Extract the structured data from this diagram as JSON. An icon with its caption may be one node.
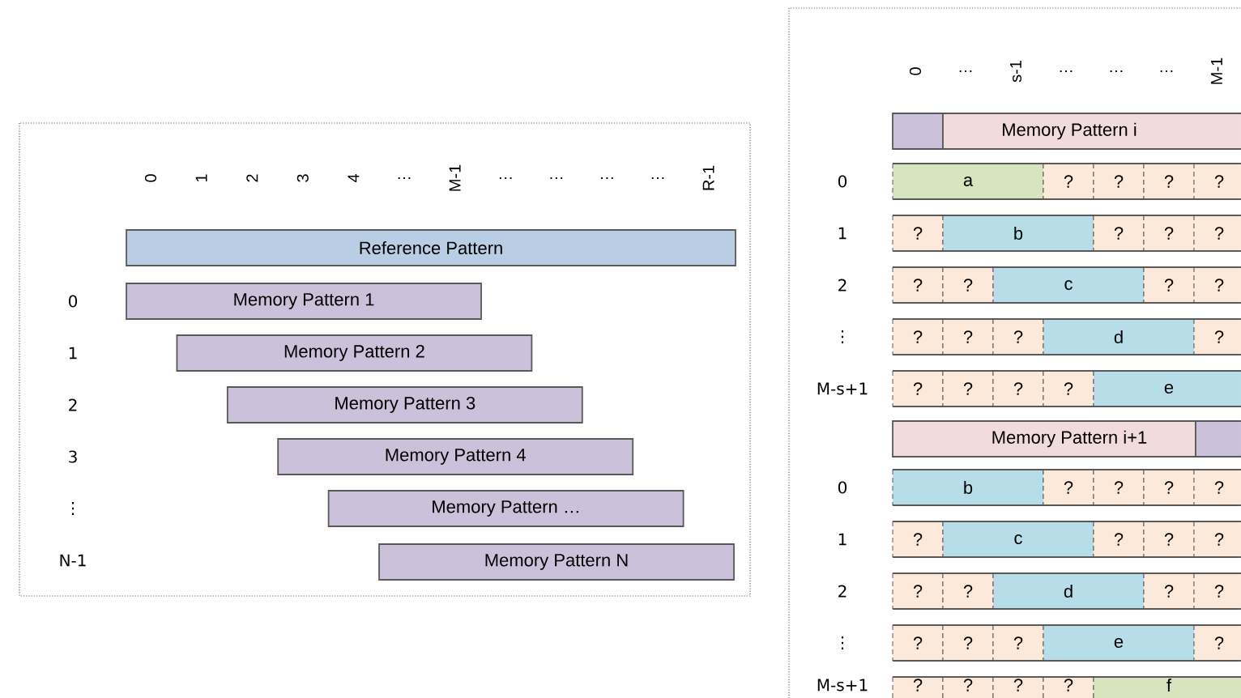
{
  "diagram": {
    "nodes": [
      {
        "text": [],
        "shape": "box"
      },
      {
        "text": [
          "Reference Pattern"
        ],
        "in": 0
      },
      {
        "text": [
          "Memory Pattern 1"
        ],
        "in": 0
      },
      {
        "text": [
          "Memory Pattern 2"
        ],
        "in": 0
      },
      {
        "text": [
          "Memory Pattern 3"
        ],
        "in": 0
      },
      {
        "text": [
          "Memory Pattern 4"
        ],
        "in": 0
      },
      {
        "text": [
          "Memory Pattern …"
        ],
        "in": 0
      },
      {
        "text": [
          "Memory Pattern N"
        ],
        "in": 0
      },
      {
        "text": [],
        "shape": "box"
      },
      {
        "text": [],
        "shape": "box",
        "in": 8
      },
      {
        "text": [
          "Memory Pattern i"
        ],
        "in": 8
      },
      {
        "text": [
          "a"
        ],
        "in": 8
      },
      {
        "text": [
          "?"
        ],
        "in": 8
      },
      {
        "text": [
          "?"
        ],
        "in": 8
      },
      {
        "text": [
          "?"
        ],
        "in": 8
      },
      {
        "text": [
          "?"
        ],
        "in": 8
      },
      {
        "text": [
          "?"
        ],
        "in": 8
      },
      {
        "text": [
          "b"
        ],
        "in": 8
      },
      {
        "text": [
          "?"
        ],
        "in": 8
      },
      {
        "text": [
          "?"
        ],
        "in": 8
      },
      {
        "text": [
          "?"
        ],
        "in": 8
      },
      {
        "text": [
          "?"
        ],
        "in": 8
      },
      {
        "text": [
          "?"
        ],
        "in": 8
      },
      {
        "text": [
          "c"
        ],
        "in": 8
      },
      {
        "text": [
          "?"
        ],
        "in": 8
      },
      {
        "text": [
          "?"
        ],
        "in": 8
      },
      {
        "text": [
          "?"
        ],
        "in": 8
      },
      {
        "text": [
          "?"
        ],
        "in": 8
      },
      {
        "text": [
          "?"
        ],
        "in": 8
      },
      {
        "text": [
          "d"
        ],
        "in": 8
      },
      {
        "text": [
          "?"
        ],
        "in": 8
      },
      {
        "text": [
          "?"
        ],
        "in": 8
      },
      {
        "text": [
          "?"
        ],
        "in": 8
      },
      {
        "text": [
          "?"
        ],
        "in": 8
      },
      {
        "text": [
          "?"
        ],
        "in": 8
      },
      {
        "text": [
          "e"
        ],
        "in": 8
      },
      {
        "text": [
          "Memory Pattern i+1"
        ],
        "in": 8
      },
      {
        "text": [],
        "shape": "box",
        "in": 8
      },
      {
        "text": [
          "b"
        ],
        "in": 8
      },
      {
        "text": [
          "?"
        ],
        "in": 8
      },
      {
        "text": [
          "?"
        ],
        "in": 8
      },
      {
        "text": [
          "?"
        ],
        "in": 8
      },
      {
        "text": [
          "?"
        ],
        "in": 8
      },
      {
        "text": [
          "?"
        ],
        "in": 8
      },
      {
        "text": [
          "c"
        ],
        "in": 8
      },
      {
        "text": [
          "?"
        ],
        "in": 8
      },
      {
        "text": [
          "?"
        ],
        "in": 8
      },
      {
        "text": [
          "?"
        ],
        "in": 8
      },
      {
        "text": [
          "?"
        ],
        "in": 8
      },
      {
        "text": [
          "?"
        ],
        "in": 8
      },
      {
        "text": [
          "d"
        ],
        "in": 8
      },
      {
        "text": [
          "?"
        ],
        "in": 8
      },
      {
        "text": [
          "?"
        ],
        "in": 8
      },
      {
        "text": [
          "?"
        ],
        "in": 8
      },
      {
        "text": [
          "?"
        ],
        "in": 8
      },
      {
        "text": [
          "?"
        ],
        "in": 8
      },
      {
        "text": [
          "e"
        ],
        "in": 8
      },
      {
        "text": [
          "?"
        ],
        "in": 8
      },
      {
        "text": [
          "?"
        ],
        "in": 8
      },
      {
        "text": [
          "?"
        ],
        "in": 8
      },
      {
        "text": [
          "?"
        ],
        "in": 8
      },
      {
        "text": [
          "?"
        ],
        "in": 8
      },
      {
        "text": [
          "f"
        ],
        "in": 8
      }
    ],
    "labels": [
      "0",
      "1",
      "2",
      "3",
      "4",
      "…",
      "M-1",
      "…",
      "…",
      "…",
      "…",
      "R-1",
      "0",
      "1",
      "2",
      "3",
      "⋮",
      "N-1",
      "0",
      "…",
      "s-1",
      "…",
      "…",
      "…",
      "M-1",
      "0",
      "1",
      "2",
      "⋮",
      "M-s+1",
      "0",
      "1",
      "2",
      "⋮",
      "M-s+1"
    ]
  }
}
